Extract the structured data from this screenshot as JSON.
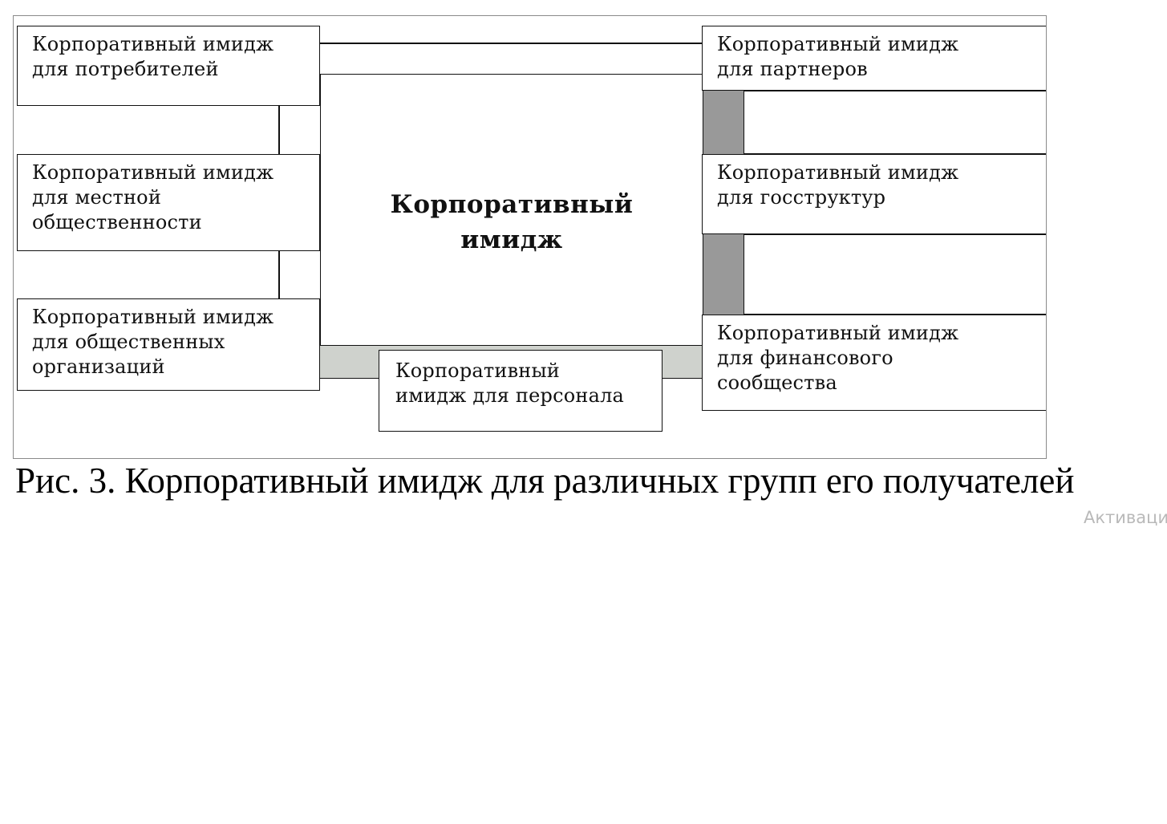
{
  "diagram": {
    "center": "Корпоративный\nимидж",
    "consumers": "Корпоративный имидж\nдля потребителей",
    "local_public": "Корпоративный имидж\nдля местной\nобщественности",
    "public_orgs": "Корпоративный имидж\nдля общественных\nорганизаций",
    "personnel": "Корпоративный\nимидж для персонала",
    "partners": "Корпоративный имидж\nдля партнеров",
    "government": "Корпоративный имидж\nдля госструктур",
    "financial": "Корпоративный имидж\nдля финансового\nсообщества"
  },
  "caption": "Рис. 3. Корпоративный имидж для различных групп его получателей",
  "watermark": "Активаци",
  "colors": {
    "dark_fill": "#999999",
    "light_fill": "#cfd2cd",
    "line": "#111111"
  }
}
